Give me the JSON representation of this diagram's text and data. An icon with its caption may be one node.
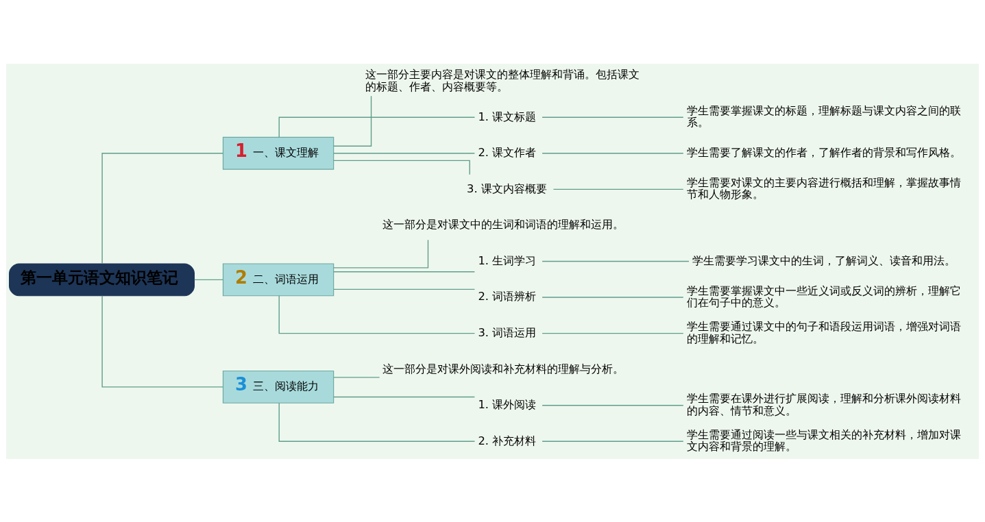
{
  "diagram": {
    "nodes": [
      {
        "text": [
          "第一单元语文知识笔记"
        ]
      },
      {
        "text": [
          "1",
          "一、课文理解"
        ]
      },
      {
        "text": [
          "这一部分主要内容是对课文的整体理解和背诵。包括课文的标题、作者、内容概要等。"
        ]
      },
      {
        "text": [
          "1. 课文标题"
        ]
      },
      {
        "text": [
          "学生需要掌握课文的标题，理解标题与课文内容之间的联系。"
        ]
      },
      {
        "text": [
          "2. 课文作者"
        ]
      },
      {
        "text": [
          "学生需要了解课文的作者，了解作者的背景和写作风格。"
        ]
      },
      {
        "text": [
          "3. 课文内容概要"
        ]
      },
      {
        "text": [
          "学生需要对课文的主要内容进行概括和理解，掌握故事情节和人物形象。"
        ]
      },
      {
        "text": [
          "2",
          "二、词语运用"
        ]
      },
      {
        "text": [
          "这一部分是对课文中的生词和词语的理解和运用。"
        ]
      },
      {
        "text": [
          "1. 生词学习"
        ]
      },
      {
        "text": [
          "学生需要学习课文中的生词，了解词义、读音和用法。"
        ]
      },
      {
        "text": [
          "2. 词语辨析"
        ]
      },
      {
        "text": [
          "学生需要掌握课文中一些近义词或反义词的辨析，理解它们在句子中的意义。"
        ]
      },
      {
        "text": [
          "3. 词语运用"
        ]
      },
      {
        "text": [
          "学生需要通过课文中的句子和语段运用词语，增强对词语的理解和记忆。"
        ]
      },
      {
        "text": [
          "3",
          "三、阅读能力"
        ]
      },
      {
        "text": [
          "这一部分是对课外阅读和补充材料的理解与分析。"
        ]
      },
      {
        "text": [
          "1. 课外阅读"
        ]
      },
      {
        "text": [
          "学生需要在课外进行扩展阅读，理解和分析课外阅读材料的内容、情节和意义。"
        ]
      },
      {
        "text": [
          "2. 补充材料"
        ]
      },
      {
        "text": [
          "学生需要通过阅读一些与课文相关的补充材料，增加对课文内容和背景的理解。"
        ]
      }
    ],
    "edges": [
      {
        "from": 0,
        "to": 1,
        "arrow": "none"
      },
      {
        "from": 1,
        "to": 2,
        "arrow": "none"
      },
      {
        "from": 1,
        "to": 3,
        "arrow": "none"
      },
      {
        "from": 3,
        "to": 4,
        "arrow": "none"
      },
      {
        "from": 1,
        "to": 5,
        "arrow": "none"
      },
      {
        "from": 5,
        "to": 6,
        "arrow": "none"
      },
      {
        "from": 1,
        "to": 7,
        "arrow": "none"
      },
      {
        "from": 7,
        "to": 8,
        "arrow": "none"
      },
      {
        "from": 0,
        "to": 9,
        "arrow": "none"
      },
      {
        "from": 9,
        "to": 10,
        "arrow": "none"
      },
      {
        "from": 9,
        "to": 11,
        "arrow": "none"
      },
      {
        "from": 11,
        "to": 12,
        "arrow": "none"
      },
      {
        "from": 9,
        "to": 13,
        "arrow": "none"
      },
      {
        "from": 13,
        "to": 14,
        "arrow": "none"
      },
      {
        "from": 9,
        "to": 15,
        "arrow": "none"
      },
      {
        "from": 15,
        "to": 16,
        "arrow": "none"
      },
      {
        "from": 0,
        "to": 17,
        "arrow": "none"
      },
      {
        "from": 17,
        "to": 18,
        "arrow": "none"
      },
      {
        "from": 17,
        "to": 19,
        "arrow": "none"
      },
      {
        "from": 19,
        "to": 20,
        "arrow": "none"
      },
      {
        "from": 17,
        "to": 21,
        "arrow": "none"
      },
      {
        "from": 21,
        "to": 22,
        "arrow": "none"
      }
    ]
  }
}
